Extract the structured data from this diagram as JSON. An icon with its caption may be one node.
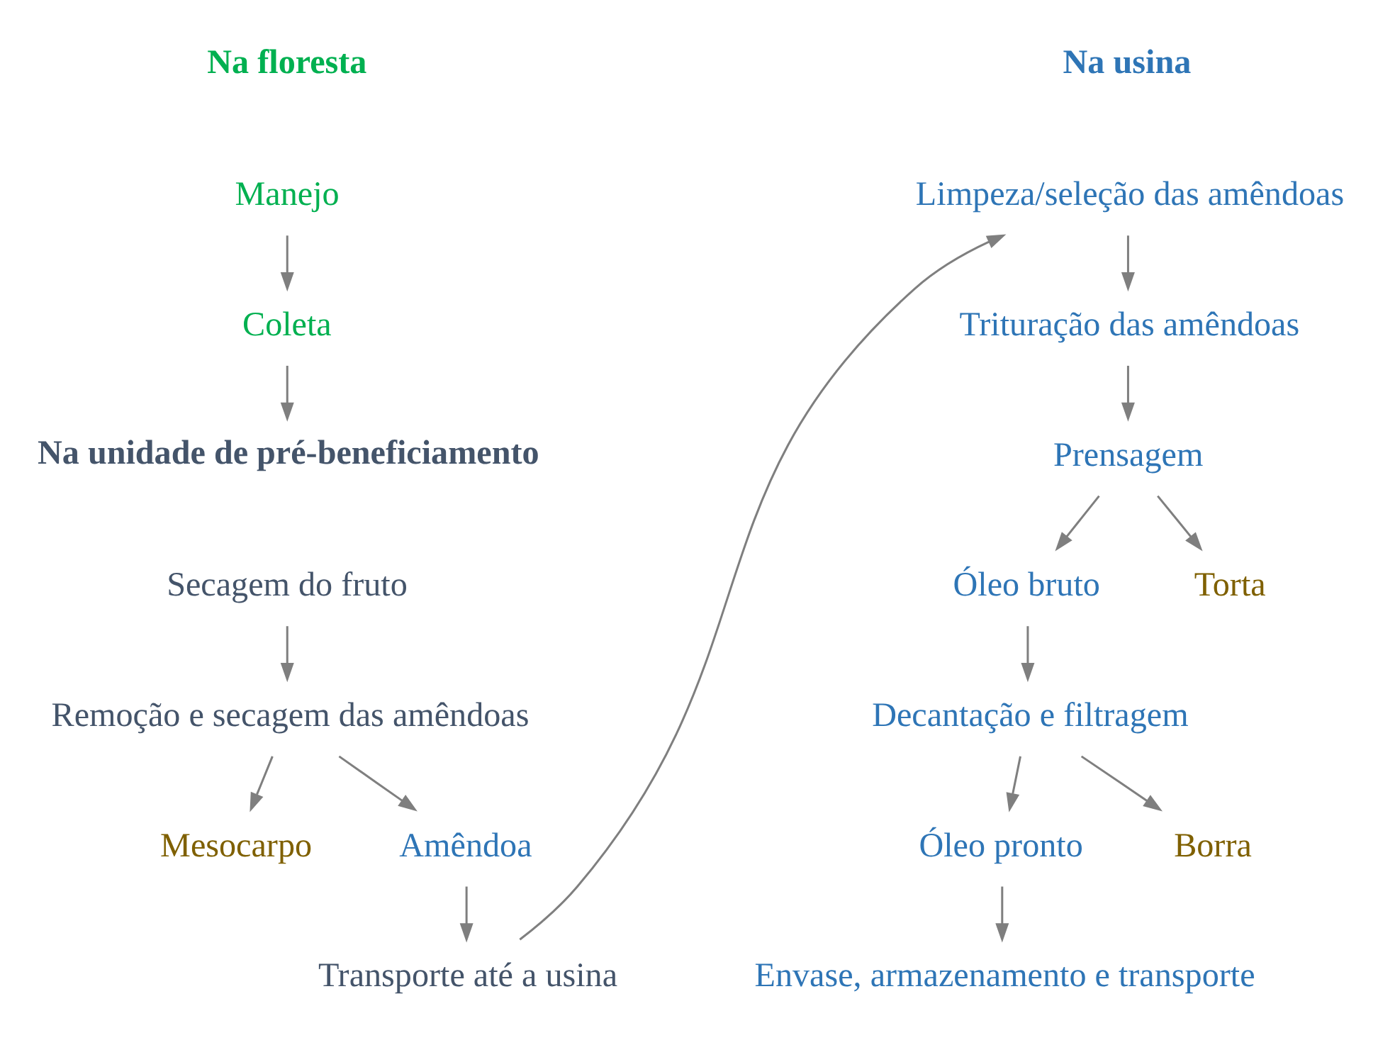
{
  "diagram": {
    "nodes": [
      {
        "text": [
          "Na floresta"
        ]
      },
      {
        "text": [
          "Manejo"
        ]
      },
      {
        "text": [
          "Coleta"
        ]
      },
      {
        "text": [
          "Na unidade de pré-beneficiamento"
        ]
      },
      {
        "text": [
          "Secagem do fruto"
        ]
      },
      {
        "text": [
          "Remoção e secagem das amêndoas"
        ]
      },
      {
        "text": [
          "Mesocarpo"
        ]
      },
      {
        "text": [
          "Amêndoa"
        ]
      },
      {
        "text": [
          "Transporte até a usina"
        ]
      },
      {
        "text": [
          "Na usina"
        ]
      },
      {
        "text": [
          "Limpeza/seleção das amêndoas"
        ]
      },
      {
        "text": [
          "Trituração das amêndoas"
        ]
      },
      {
        "text": [
          "Prensagem"
        ]
      },
      {
        "text": [
          "Óleo bruto"
        ]
      },
      {
        "text": [
          "Torta"
        ]
      },
      {
        "text": [
          "Decantação e filtragem"
        ]
      },
      {
        "text": [
          "Óleo pronto"
        ]
      },
      {
        "text": [
          "Borra"
        ]
      },
      {
        "text": [
          "Envase, armazenamento e transporte"
        ]
      }
    ],
    "edges": [
      {
        "from": 1,
        "to": 2,
        "arrow": "to"
      },
      {
        "from": 2,
        "to": 3,
        "arrow": "to"
      },
      {
        "from": 4,
        "to": 5,
        "arrow": "to"
      },
      {
        "from": 5,
        "to": 6,
        "arrow": "to"
      },
      {
        "from": 5,
        "to": 7,
        "arrow": "to"
      },
      {
        "from": 7,
        "to": 8,
        "arrow": "to"
      },
      {
        "from": 8,
        "to": 10,
        "arrow": "to"
      },
      {
        "from": 10,
        "to": 11,
        "arrow": "to"
      },
      {
        "from": 11,
        "to": 12,
        "arrow": "to"
      },
      {
        "from": 12,
        "to": 13,
        "arrow": "to"
      },
      {
        "from": 12,
        "to": 14,
        "arrow": "to"
      },
      {
        "from": 13,
        "to": 15,
        "arrow": "to"
      },
      {
        "from": 15,
        "to": 16,
        "arrow": "to"
      },
      {
        "from": 15,
        "to": 17,
        "arrow": "to"
      },
      {
        "from": 16,
        "to": 18,
        "arrow": "to"
      }
    ]
  }
}
